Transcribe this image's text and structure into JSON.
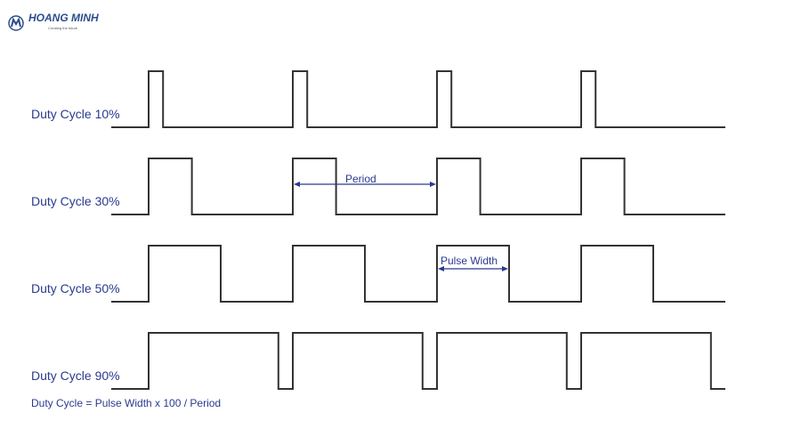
{
  "logo": {
    "name": "HOANG MINH",
    "tagline": "Creating the future"
  },
  "rows": [
    {
      "label": "Duty Cycle 10%",
      "duty": 10
    },
    {
      "label": "Duty Cycle 30%",
      "duty": 30
    },
    {
      "label": "Duty Cycle 50%",
      "duty": 50
    },
    {
      "label": "Duty Cycle 90%",
      "duty": 90
    }
  ],
  "period_count": 4,
  "annotations": {
    "period": "Period",
    "pulse_width": "Pulse Width"
  },
  "formula": "Duty Cycle = Pulse Width x 100 / Period",
  "colors": {
    "wave": "#333333",
    "label": "#2b3a8f"
  }
}
